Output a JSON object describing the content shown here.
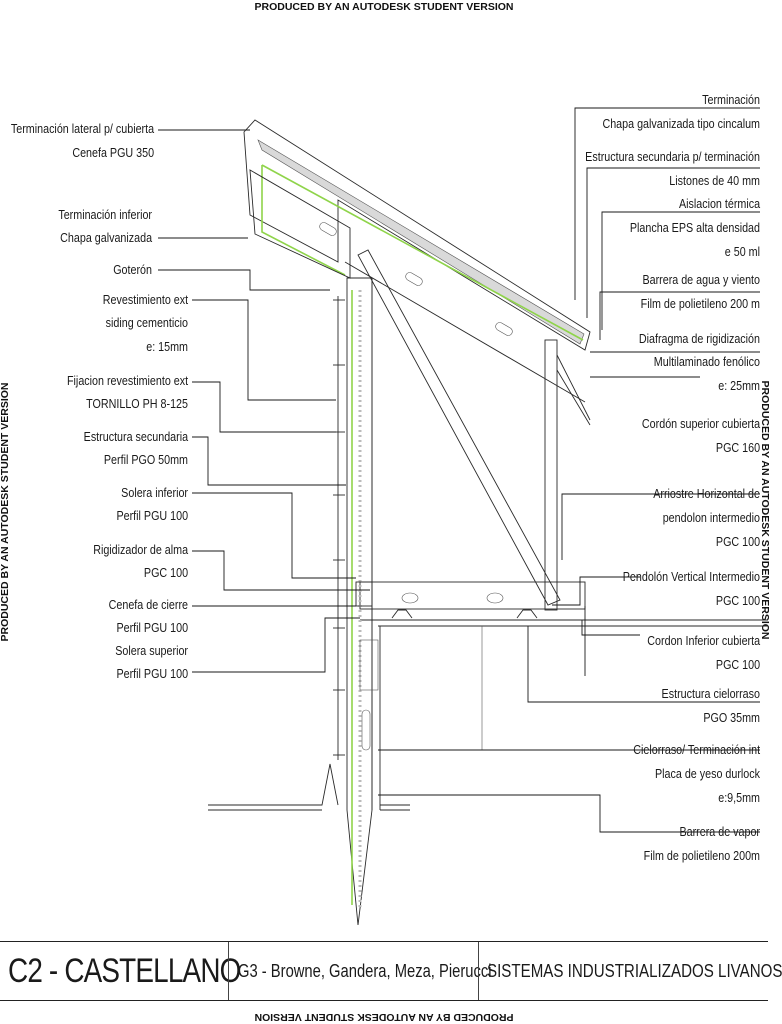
{
  "watermark": {
    "text": "PRODUCED BY AN AUTODESK STUDENT VERSION"
  },
  "labels_left": [
    {
      "lines": [
        "Terminación lateral p/ cubierta",
        "Cenefa PGU 350"
      ]
    },
    {
      "lines": [
        "Terminación inferior",
        "Chapa galvanizada"
      ]
    },
    {
      "lines": [
        "Goterón"
      ]
    },
    {
      "lines": [
        "Revestimiento ext",
        "siding  cementicio",
        "e: 15mm"
      ]
    },
    {
      "lines": [
        "Fijacion revestimiento ext",
        "TORNILLO PH 8-125"
      ]
    },
    {
      "lines": [
        "Estructura secundaria",
        "Perfil PGO 50mm"
      ]
    },
    {
      "lines": [
        "Solera inferior",
        "Perfil PGU 100"
      ]
    },
    {
      "lines": [
        "Rigidizador de alma",
        "PGC 100"
      ]
    },
    {
      "lines": [
        "Cenefa de cierre",
        "Perfil PGU 100"
      ]
    },
    {
      "lines": [
        "Solera superior",
        "Perfil PGU 100"
      ]
    }
  ],
  "labels_right": [
    {
      "lines": [
        "Terminación",
        "Chapa galvanizada tipo cincalum"
      ]
    },
    {
      "lines": [
        "Estructura secundaria p/ terminación",
        "Listones de 40 mm"
      ]
    },
    {
      "lines": [
        "Aislacion térmica",
        "Plancha EPS alta densidad",
        "e 50 ml"
      ]
    },
    {
      "lines": [
        "Barrera de agua y viento",
        "Film de polietileno 200 m"
      ]
    },
    {
      "lines": [
        "Diafragma de rigidización",
        "Multilaminado fenólico",
        "e: 25mm"
      ]
    },
    {
      "lines": [
        "Cordón superior cubierta",
        "PGC 160"
      ]
    },
    {
      "lines": [
        "Arriostre Horizontal de",
        "pendolon intermedio",
        "PGC 100"
      ]
    },
    {
      "lines": [
        "Pendolón Vertical Intermedio",
        "PGC 100"
      ]
    },
    {
      "lines": [
        "Cordon Inferior cubierta",
        "PGC 100"
      ]
    },
    {
      "lines": [
        "Estructura cielorraso",
        "PGO 35mm"
      ]
    },
    {
      "lines": [
        "Cielorraso/ Terminación int",
        "Placa de yeso durlock",
        "e:9,5mm"
      ]
    },
    {
      "lines": [
        "Barrera de vapor",
        "Film de polietileno 200m"
      ]
    }
  ],
  "title_block": {
    "code": "C2 - CASTELLANO",
    "group": "G3 - Browne, Gandera, Meza, Pierucci",
    "course": "SISTEMAS INDUSTRIALIZADOS LIVANOS"
  },
  "colors": {
    "line": "#2a2a2a",
    "membrane_green": "#8fd44a",
    "background": "#ffffff"
  }
}
